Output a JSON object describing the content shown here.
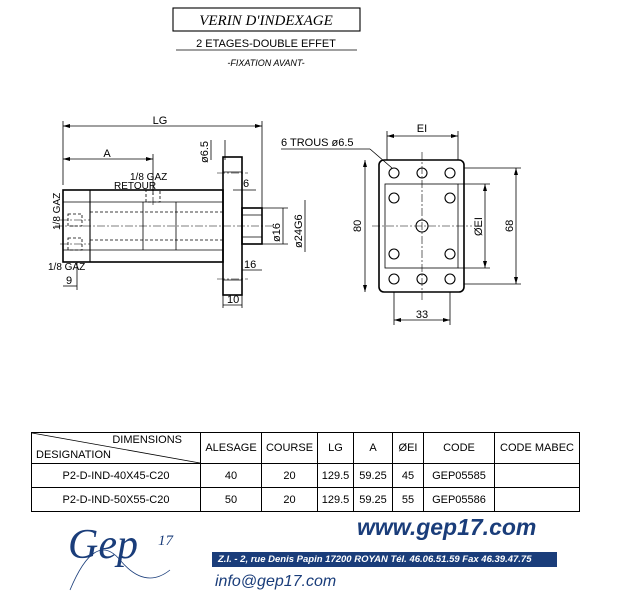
{
  "title": "VERIN D'INDEXAGE",
  "subtitle": "2 ETAGES-DOUBLE EFFET",
  "subtitle2": "-FIXATION AVANT-",
  "side_view": {
    "lg": "LG",
    "a": "A",
    "d65": "ø6.5",
    "gaz_retour": "1/8 GAZ",
    "retour": "RETOUR",
    "gaz_left": "1/8 GAZ",
    "gaz_bottom": "1/8 GAZ",
    "nine": "9",
    "six": "6",
    "d16": "ø16",
    "d24": "ø24G6",
    "sixteen": "16",
    "ten": "10"
  },
  "front_view": {
    "ei": "EI",
    "trous": "6 TROUS ø6.5",
    "eighty": "80",
    "sixtyeight": "68",
    "dei": "ØEI",
    "thirtythree": "33"
  },
  "table": {
    "dimensions": "DIMENSIONS",
    "designation": "DESIGNATION",
    "headers": [
      "ALESAGE",
      "COURSE",
      "LG",
      "A",
      "ØEI",
      "CODE",
      "CODE MABEC"
    ],
    "rows": [
      [
        "P2-D-IND-40X45-C20",
        "40",
        "20",
        "129.5",
        "59.25",
        "45",
        "GEP05585",
        ""
      ],
      [
        "P2-D-IND-50X55-C20",
        "50",
        "20",
        "129.5",
        "59.25",
        "55",
        "GEP05586",
        ""
      ]
    ]
  },
  "footer": {
    "logo": "Gep",
    "logo_num": "17",
    "web": "www.gep17.com",
    "address": "Z.I. - 2, rue Denis Papin  17200 ROYAN   Tél. 46.06.51.59   Fax 46.39.47.75",
    "email": "info@gep17.com",
    "brand_color": "#1a3d7a"
  }
}
